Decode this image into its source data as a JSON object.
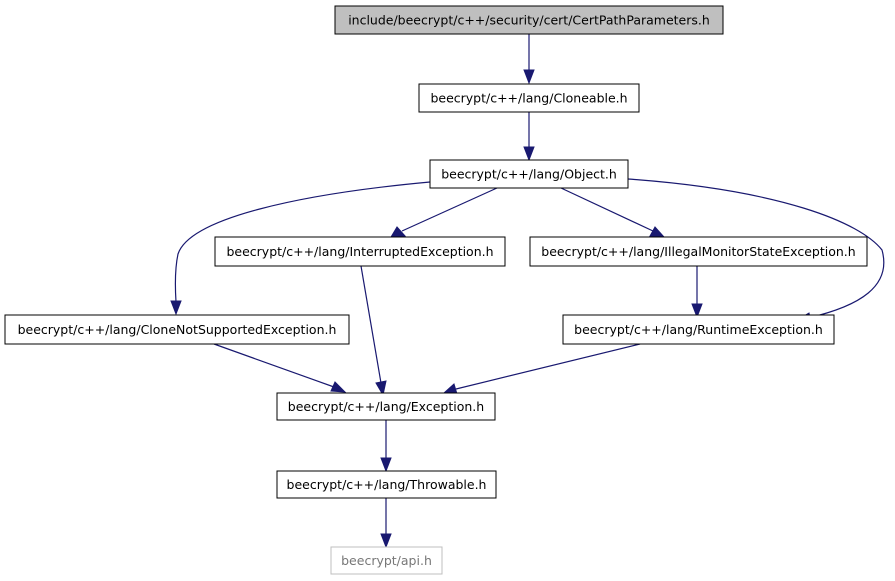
{
  "graph": {
    "colors": {
      "edge": "#191970",
      "root_fill": "#bfbfbf",
      "node_fill": "#ffffff",
      "node_border": "#000000",
      "external_border": "#bfbfbf"
    },
    "nodes": [
      {
        "id": "certpath",
        "label": "include/beecrypt/c++/security/cert/CertPathParameters.h",
        "kind": "root"
      },
      {
        "id": "cloneable",
        "label": "beecrypt/c++/lang/Cloneable.h",
        "kind": "normal"
      },
      {
        "id": "object",
        "label": "beecrypt/c++/lang/Object.h",
        "kind": "normal"
      },
      {
        "id": "interrupted",
        "label": "beecrypt/c++/lang/InterruptedException.h",
        "kind": "normal"
      },
      {
        "id": "illegalmonitor",
        "label": "beecrypt/c++/lang/IllegalMonitorStateException.h",
        "kind": "normal"
      },
      {
        "id": "clonenotsupported",
        "label": "beecrypt/c++/lang/CloneNotSupportedException.h",
        "kind": "normal"
      },
      {
        "id": "runtime",
        "label": "beecrypt/c++/lang/RuntimeException.h",
        "kind": "normal"
      },
      {
        "id": "exception",
        "label": "beecrypt/c++/lang/Exception.h",
        "kind": "normal"
      },
      {
        "id": "throwable",
        "label": "beecrypt/c++/lang/Throwable.h",
        "kind": "normal"
      },
      {
        "id": "api",
        "label": "beecrypt/api.h",
        "kind": "external"
      }
    ],
    "edges": [
      {
        "from": "certpath",
        "to": "cloneable"
      },
      {
        "from": "cloneable",
        "to": "object"
      },
      {
        "from": "object",
        "to": "interrupted"
      },
      {
        "from": "object",
        "to": "illegalmonitor"
      },
      {
        "from": "object",
        "to": "clonenotsupported"
      },
      {
        "from": "object",
        "to": "runtime"
      },
      {
        "from": "illegalmonitor",
        "to": "runtime"
      },
      {
        "from": "interrupted",
        "to": "exception"
      },
      {
        "from": "clonenotsupported",
        "to": "exception"
      },
      {
        "from": "runtime",
        "to": "exception"
      },
      {
        "from": "exception",
        "to": "throwable"
      },
      {
        "from": "throwable",
        "to": "api"
      }
    ]
  }
}
